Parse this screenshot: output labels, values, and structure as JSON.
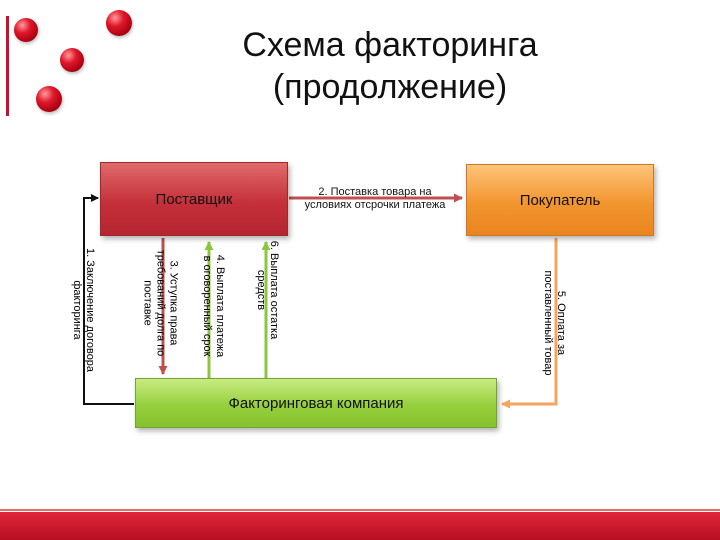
{
  "title": {
    "line1": "Схема факторинга",
    "line2": "(продолжение)"
  },
  "nodes": {
    "supplier": "Поставщик",
    "buyer": "Покупатель",
    "factor": "Факторинговая компания"
  },
  "edges": {
    "e1": {
      "line1": "1. Заключение  договора",
      "line2": "факторинга"
    },
    "e2": {
      "line1": "2. Поставка товара на",
      "line2": "условиях отсрочки платежа"
    },
    "e3": {
      "line1": "3. Уступка права",
      "line2": "требований долга по",
      "line3": "поставке"
    },
    "e4": {
      "line1": "4. Выплата платежа",
      "line2": "в оговоренный срок"
    },
    "e5": {
      "line1": "5. Оплата за",
      "line2": "поставленный товар"
    },
    "e6": {
      "line1": "6. Выплата остатка",
      "line2": "средств"
    }
  },
  "colors": {
    "accent_red": "#c8102e",
    "supplier": "#c5303a",
    "buyer": "#f2952e",
    "factor": "#97cf3d",
    "arrow_black": "#111111",
    "arrow_red": "#c0504d",
    "arrow_green": "#8cc63f",
    "arrow_orange": "#f4a460"
  }
}
